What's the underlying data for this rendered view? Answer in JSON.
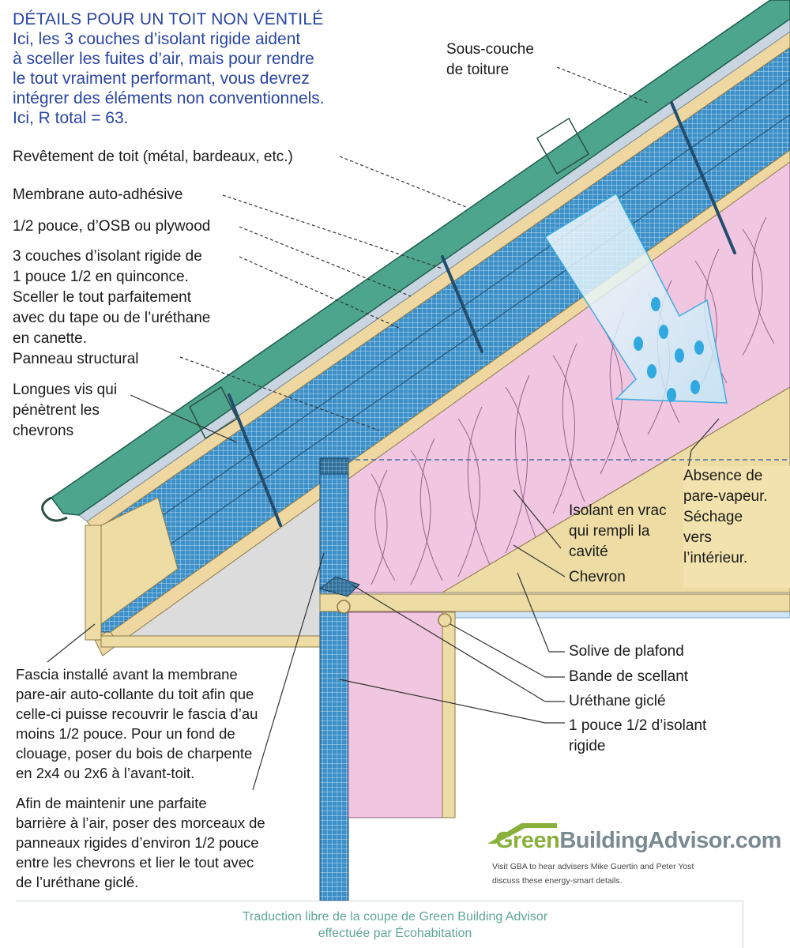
{
  "heading": {
    "title": "DÉTAILS POUR UN TOIT NON VENTILÉ",
    "subtitle": "Ici, les 3 couches d’isolant rigide aident\nà sceller les fuites d’air, mais pour rendre\nle tout vraiment performant, vous devrez\nintégrer des éléments non conventionnels.\nIci, R total = 63."
  },
  "labels": {
    "sous_couche": "Sous-couche\nde toiture",
    "revetement": "Revêtement de toit (métal, bardeaux, etc.)",
    "membrane": "Membrane auto-adhésive",
    "osb": "1/2 pouce, d’OSB ou plywood",
    "isolant_rigide": "3 couches d’isolant rigide de\n1 pouce 1/2 en quinconce.\nSceller le tout parfaitement\navec du tape ou de l’uréthane\nen canette.",
    "panneau": "Panneau structural",
    "vis": "Longues vis qui\npénètrent les\nchevrons",
    "pare_vapeur": "Absence de\npare-vapeur.\nSéchage\nvers\nl’intérieur.",
    "isolant_vrac": "Isolant en vrac\nqui rempli la\ncavité",
    "chevron": "Chevron",
    "solive": "Solive de plafond",
    "bande": "Bande de scellant",
    "urethane": "Uréthane giclé",
    "isolant_mur": "1 pouce 1/2 d’isolant\nrigide"
  },
  "notes": {
    "fascia": "Fascia installé avant la membrane\npare-air auto-collante du toit afin que\ncelle-ci puisse recouvrir le fascia d’au\nmoins 1/2 pouce. Pour un fond de\nclouage, poser du bois de charpente\nen 2x4 ou 2x6 à l’avant-toit.",
    "barriere": "Afin de maintenir une parfaite\nbarrière à l’air, poser des morceaux de\npanneaux rigides d’environ 1/2 pouce\nentre les chevrons et lier le tout avec\nde l’uréthane giclé."
  },
  "brand": {
    "name_green": "Green",
    "name_rest": "BuildingAdvisor.com",
    "tagline": "Visit GBA to hear advisers Mike Guertin and Peter Yost\ndiscuss these energy-smart details."
  },
  "footer": "Traduction libre de la coupe de Green Building Advisor\neffectuée par Écohabitation",
  "colors": {
    "roofing": "#4da58e",
    "membrane": "#c9d6e2",
    "osb": "#eed7a0",
    "rigid_insulation": "#3d8fc7",
    "batt_insulation": "#f1c6e0",
    "wood": "#eedca5",
    "wall_face": "#dcdcdc",
    "text_blue": "#2a45a3",
    "footer_text": "#5fa597"
  }
}
